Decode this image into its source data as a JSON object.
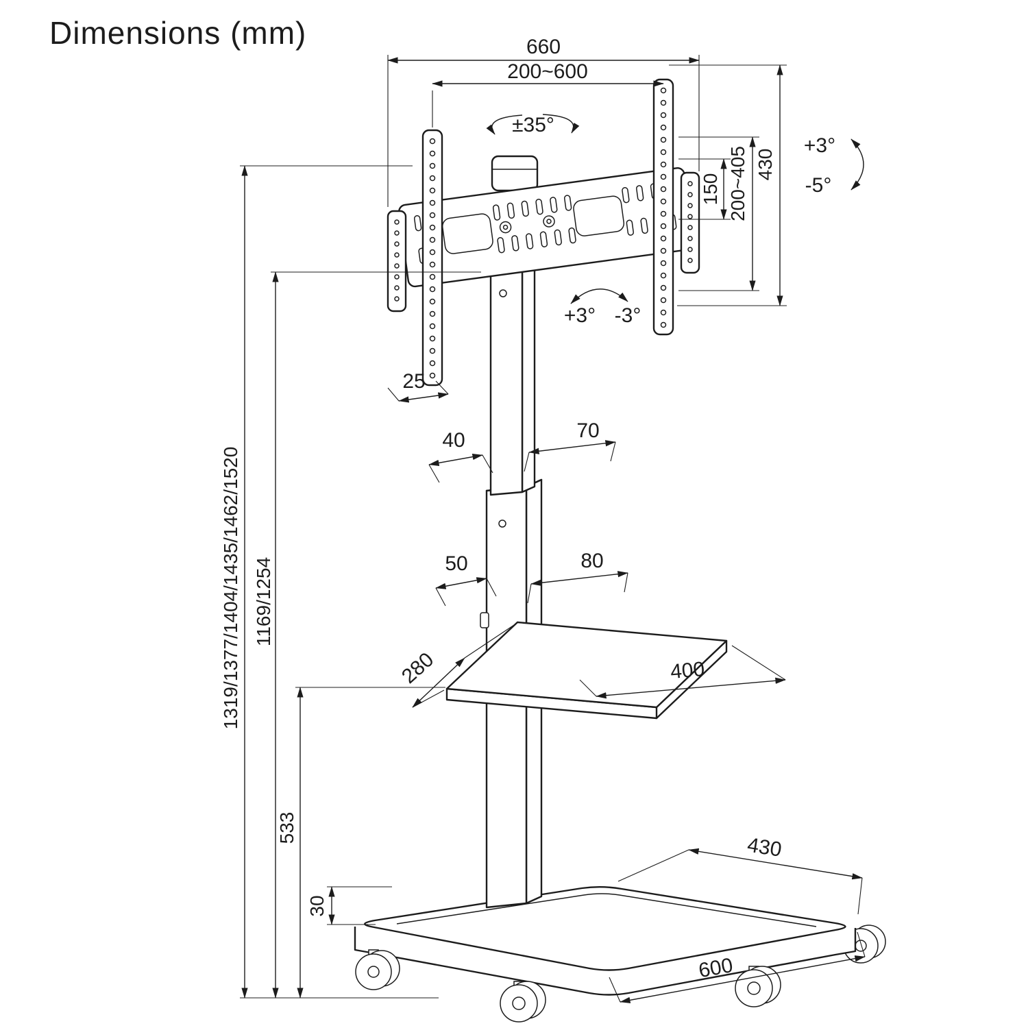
{
  "title": "Dimensions (mm)",
  "dimensions": {
    "bracket_width": "660",
    "vesa_width_range": "200~600",
    "swivel_range": "±35°",
    "vesa_height": "150",
    "vesa_height_range": "200~405",
    "bracket_height": "430",
    "tilt_up": "+3°",
    "tilt_down": "-5°",
    "level_adjust_plus": "+3°",
    "level_adjust_minus": "-3°",
    "bracket_depth": "25",
    "upper_column_depth": "40",
    "upper_column_width": "70",
    "lower_column_depth": "50",
    "lower_column_width": "80",
    "shelf_depth": "280",
    "shelf_width": "400",
    "shelf_height": "533",
    "base_thickness": "30",
    "base_depth": "430",
    "base_width": "600",
    "total_height_options": "1319/1377/1404/1435/1462/1520",
    "column_height_options": "1169/1254"
  }
}
